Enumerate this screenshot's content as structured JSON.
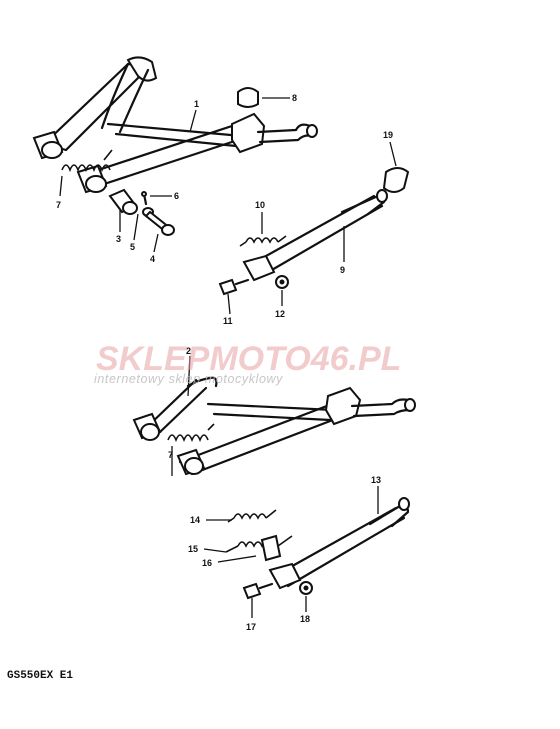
{
  "model_code": "GS550EX E1",
  "watermark": {
    "brand": "SKLEPMOTO46.PL",
    "tagline": "internetowy sklep motocyklowy"
  },
  "callouts": [
    "1",
    "8",
    "19",
    "7",
    "6",
    "10",
    "3",
    "5",
    "4",
    "9",
    "11",
    "12",
    "2",
    "7",
    "13",
    "14",
    "15",
    "16",
    "17",
    "18"
  ],
  "colors": {
    "line": "#111111",
    "watermark": "#e8a3a6"
  }
}
